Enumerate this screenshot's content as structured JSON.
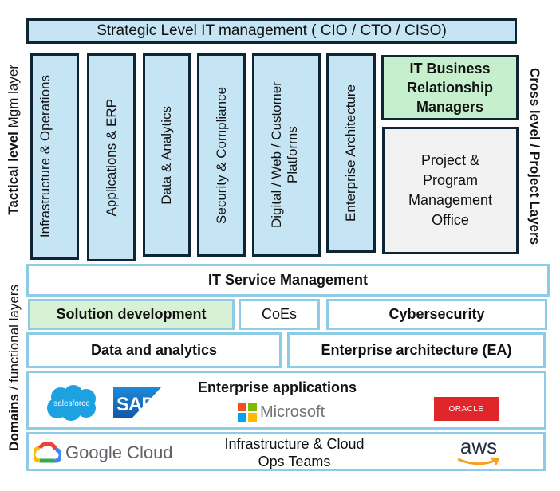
{
  "strategic": {
    "label": "Strategic Level IT management ( CIO / CTO / CISO)"
  },
  "side_labels": {
    "tactical_bold": "Tactical level",
    "tactical_rest": " Mgm layer",
    "domains_bold": "Domains",
    "domains_rest": " / functional layers",
    "cross": "Cross level / Project Layers"
  },
  "tactical_columns": [
    {
      "label": "Infrastructure & Operations"
    },
    {
      "label": "Applications & ERP"
    },
    {
      "label": "Data & Analytics"
    },
    {
      "label": "Security & Compliance"
    },
    {
      "label": "Digital / Web / Customer Platforms"
    },
    {
      "label": "Enterprise Architecture"
    }
  ],
  "cross_level": {
    "brm": "IT Business Relationship Managers",
    "pmo": "Project & Program Management Office"
  },
  "domains": {
    "itsm": "IT Service Management",
    "solution_dev": "Solution development",
    "coes": "CoEs",
    "cybersecurity": "Cybersecurity",
    "data_analytics": "Data and analytics",
    "enterprise_arch": "Enterprise architecture (EA)",
    "enterprise_apps": "Enterprise applications",
    "infra_cloud_line1": "Infrastructure & Cloud",
    "infra_cloud_line2": "Ops Teams"
  },
  "logos": {
    "salesforce": "salesforce",
    "sap": "SAP",
    "microsoft": "Microsoft",
    "oracle": "ORACLE",
    "google_cloud": "Google Cloud",
    "aws": "aws"
  },
  "colors": {
    "dark_border": "#0f2533",
    "light_blue_fill": "#c5e4f4",
    "light_border": "#8ecbe6",
    "green_fill": "#c6efce",
    "solution_green": "#d8f1d4",
    "pmo_gray": "#f2f2f2",
    "oracle_red": "#e0262b",
    "sap_blue": "#1c6fc0",
    "salesforce_blue": "#1ea1e0",
    "aws_orange": "#f7a01c"
  }
}
